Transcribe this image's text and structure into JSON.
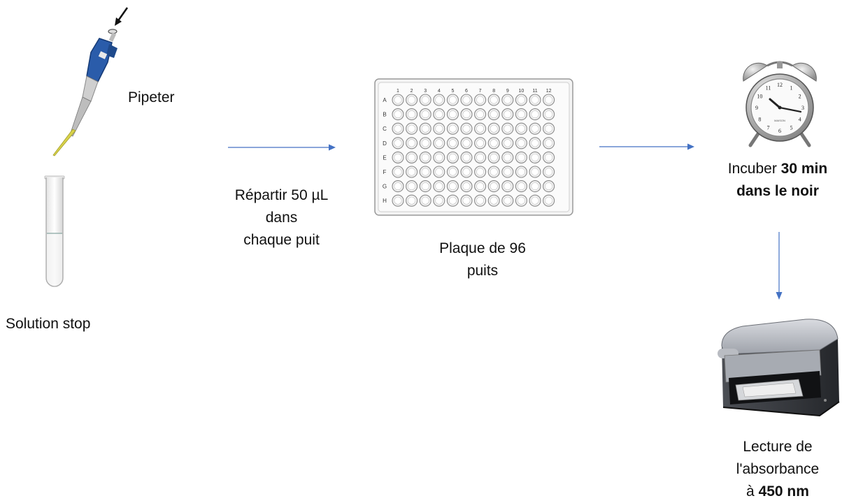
{
  "labels": {
    "pipette": "Pipeter",
    "tube": "Solution stop",
    "dispense": [
      "Répartir 50 µL",
      "dans",
      "chaque puit"
    ],
    "plate": [
      "Plaque de 96",
      "puits"
    ],
    "incubate_l1_pre": "Incuber ",
    "incubate_l1_bold": "30 min",
    "incubate_l2_bold": "dans le noir",
    "reader_l1": "Lecture de",
    "reader_l2": "l'absorbance",
    "reader_l3_pre": "à ",
    "reader_l3_bold": "450 nm"
  },
  "plate": {
    "rows": [
      "A",
      "B",
      "C",
      "D",
      "E",
      "F",
      "G",
      "H"
    ],
    "cols": [
      "1",
      "2",
      "3",
      "4",
      "5",
      "6",
      "7",
      "8",
      "9",
      "10",
      "11",
      "12"
    ]
  },
  "clock": {
    "numbers": [
      "12",
      "1",
      "2",
      "3",
      "4",
      "5",
      "6",
      "7",
      "8",
      "9",
      "10",
      "11"
    ],
    "face_text": "MAISON"
  },
  "colors": {
    "arrow": "#4472c4",
    "pipette_body": "#2a5caa",
    "pipette_tip": "#d8d24a"
  }
}
